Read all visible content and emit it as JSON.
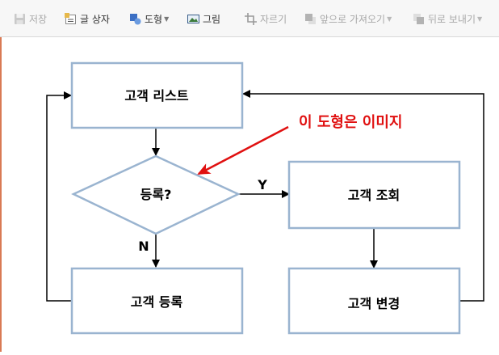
{
  "toolbar": {
    "save_label": "저장",
    "textbox_label": "글 상자",
    "shape_label": "도형",
    "picture_label": "그림",
    "crop_label": "자르기",
    "bring_forward_label": "앞으로 가져오기",
    "send_backward_label": "뒤로 보내기"
  },
  "flowchart": {
    "customer_list": "고객 리스트",
    "register_question": "등록?",
    "customer_inquiry": "고객 조회",
    "customer_register": "고객 등록",
    "customer_change": "고객 변경",
    "yes_label": "Y",
    "no_label": "N",
    "annotation": "이 도형은 이미지"
  },
  "colors": {
    "box_border": "#9ab4d0",
    "annotation": "#e01010",
    "canvas_border": "#d97a55"
  }
}
